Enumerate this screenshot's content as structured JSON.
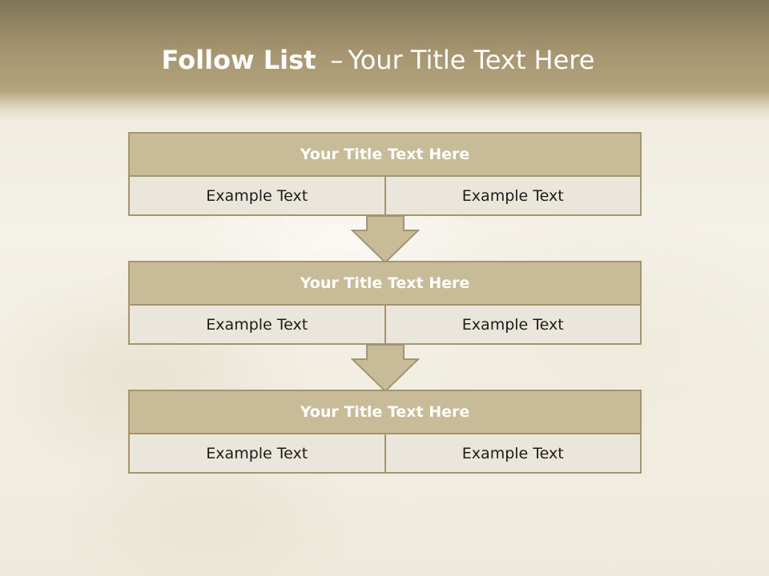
{
  "slide": {
    "title_bold": "Follow List",
    "title_sep": "–",
    "title_rest": "Your Title Text Here"
  },
  "steps": [
    {
      "title": "Your Title Text Here",
      "left": "Example Text",
      "right": "Example Text"
    },
    {
      "title": "Your Title Text Here",
      "left": "Example Text",
      "right": "Example Text"
    },
    {
      "title": "Your Title Text Here",
      "left": "Example Text",
      "right": "Example Text"
    }
  ],
  "colors": {
    "header": "#a79671",
    "block_title_fill": "#c8bb98",
    "block_border": "#a59470",
    "cell_fill": "#ebe6dc",
    "arrow_fill": "#c8bb98"
  }
}
